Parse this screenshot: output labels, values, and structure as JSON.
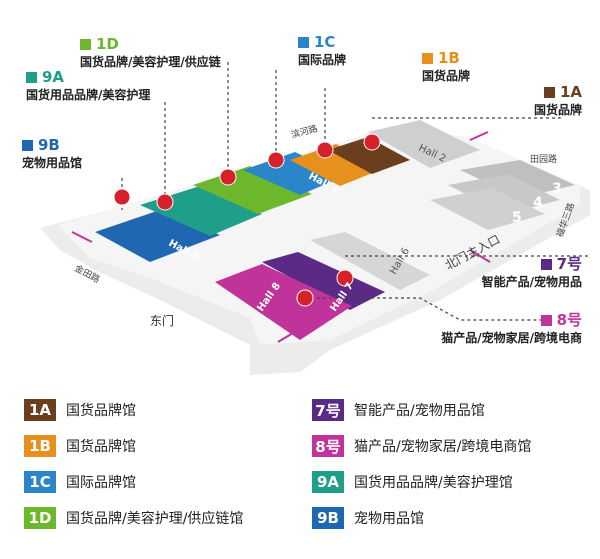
{
  "colors": {
    "1A": "#6b3e1e",
    "1B": "#e8901e",
    "1C": "#2a86c9",
    "1D": "#6cb72c",
    "7": "#5b2a86",
    "8": "#c0339a",
    "9A": "#1f9e8a",
    "9B": "#1f67b1",
    "road": "#d9d9d9",
    "arrow": "#c0339a",
    "pin": "#d6202a"
  },
  "callouts": {
    "h1d": {
      "code": "1D",
      "desc": "国货品牌/美容护理/供应链"
    },
    "h1c": {
      "code": "1C",
      "desc": "国际品牌"
    },
    "h1b": {
      "code": "1B",
      "desc": "国货品牌"
    },
    "h9a": {
      "code": "9A",
      "desc": "国货用品品牌/美容护理"
    },
    "h1a": {
      "code": "1A",
      "desc": "国货品牌"
    },
    "h9b": {
      "code": "9B",
      "desc": "宠物用品馆"
    },
    "h7": {
      "code": "7号",
      "desc": "智能产品/宠物用品"
    },
    "h8": {
      "code": "8号",
      "desc": "猫产品/宠物家居/跨境电商"
    }
  },
  "map_labels": {
    "binhe_road": "滨河路",
    "tianqu_road": "田园路",
    "jinshi_road": "金田路",
    "fuhua_road": "福华三路",
    "east_gate": "东门",
    "north_entrance": "北门主入口",
    "hall9": "Hall 9",
    "hall8": "Hall 8",
    "hall7": "Hall 7",
    "hall1": "Hall 1",
    "hall2": "Hall 2",
    "hall6": "Hall 6",
    "hall3": "3",
    "hall4": "4",
    "hall5": "5"
  },
  "legend": [
    {
      "code": "1A",
      "label": "国货品牌馆"
    },
    {
      "code": "1B",
      "label": "国货品牌馆"
    },
    {
      "code": "1C",
      "label": "国际品牌馆"
    },
    {
      "code": "1D",
      "label": "国货品牌/美容护理/供应链馆"
    },
    {
      "code": "7号",
      "label": "智能产品/宠物用品馆"
    },
    {
      "code": "8号",
      "label": "猫产品/宠物家居/跨境电商馆"
    },
    {
      "code": "9A",
      "label": "国货用品品牌/美容护理馆"
    },
    {
      "code": "9B",
      "label": "宠物用品馆"
    }
  ]
}
